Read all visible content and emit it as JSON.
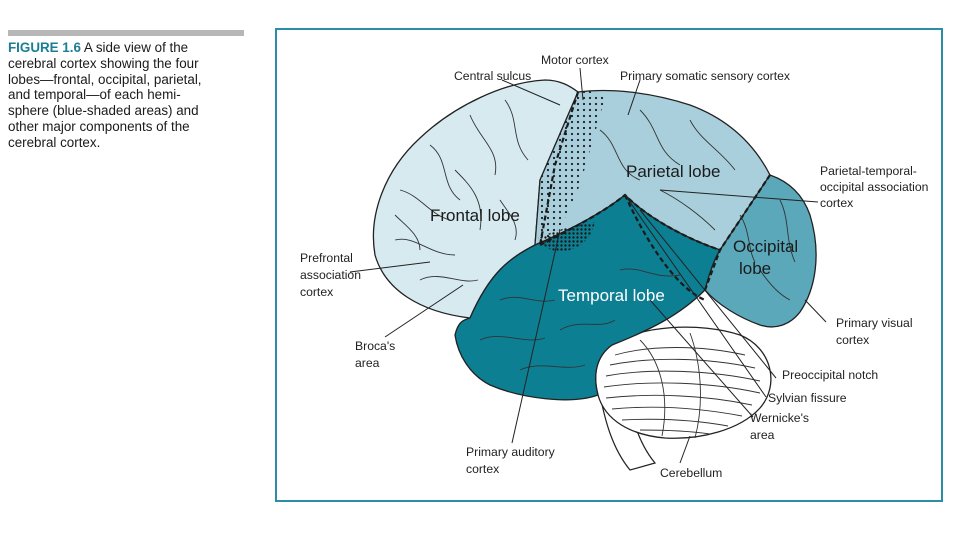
{
  "caption": {
    "figure": "FIGURE 1.6",
    "lines": [
      "A side view of the",
      "cerebral cortex showing the four",
      "lobes—frontal, occipital, parietal,",
      "and temporal—of each hemi-",
      "sphere (blue-shaded areas) and",
      "other major components of the",
      "cerebral cortex."
    ]
  },
  "lobes": {
    "frontal": "Frontal lobe",
    "parietal": "Parietal lobe",
    "occipital_1": "Occipital",
    "occipital_2": "lobe",
    "temporal": "Temporal lobe"
  },
  "labels": {
    "motor_cortex": "Motor cortex",
    "central_sulcus": "Central sulcus",
    "somatic": "Primary somatic sensory cortex",
    "pto_1": "Parietal-temporal-",
    "pto_2": "occipital association",
    "pto_3": "cortex",
    "prefrontal_1": "Prefrontal",
    "prefrontal_2": "association",
    "prefrontal_3": "cortex",
    "broca_1": "Broca's",
    "broca_2": "area",
    "visual_1": "Primary visual",
    "visual_2": "cortex",
    "preoccipital": "Preoccipital notch",
    "sylvian": "Sylvian fissure",
    "wernicke_1": "Wernicke's",
    "wernicke_2": "area",
    "auditory_1": "Primary auditory",
    "auditory_2": "cortex",
    "cerebellum": "Cerebellum"
  },
  "colors": {
    "frontal": "#d6eaf0",
    "parietal": "#a9cfdc",
    "occipital": "#5aa8ba",
    "temporal": "#0d7f93",
    "frame": "#2a8ea6",
    "figure_label": "#1a7f94"
  }
}
